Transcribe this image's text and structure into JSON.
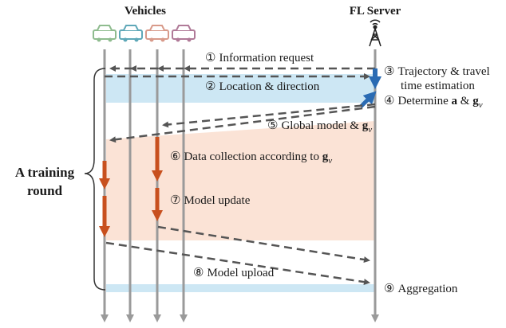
{
  "headers": {
    "vehicles": "Vehicles",
    "server": "FL Server"
  },
  "round_label": {
    "line1": "A training",
    "line2": "round"
  },
  "steps": [
    {
      "num": "①",
      "text": "Information request"
    },
    {
      "num": "②",
      "text": "Location & direction"
    },
    {
      "num": "③",
      "text": "Trajectory & travel",
      "text2": "time estimation"
    },
    {
      "num": "④",
      "text": "Determine ",
      "bold": "a",
      "mid": " & ",
      "g": "g",
      "sub": "v"
    },
    {
      "num": "⑤",
      "text": "Global model & ",
      "g": "g",
      "sub": "v"
    },
    {
      "num": "⑥",
      "text": "Data collection according to ",
      "g": "g",
      "sub": "v"
    },
    {
      "num": "⑦",
      "text": "Model update"
    },
    {
      "num": "⑧",
      "text": "Model upload"
    },
    {
      "num": "⑨",
      "text": "Aggregation"
    }
  ],
  "colors": {
    "vehicles": [
      "#8fbc8f",
      "#5fa8b8",
      "#d89a8a",
      "#b07a98"
    ],
    "lifeline": "#9a9a9a",
    "dashed_arrow": "#555555",
    "blue_band": "#cde7f4",
    "peach_band": "#fbe3d6",
    "orange_arrow": "#c8501e",
    "blue_arrow": "#2a6bb3"
  },
  "icons": {
    "vehicle": "car-icon",
    "server": "antenna-tower-icon"
  }
}
